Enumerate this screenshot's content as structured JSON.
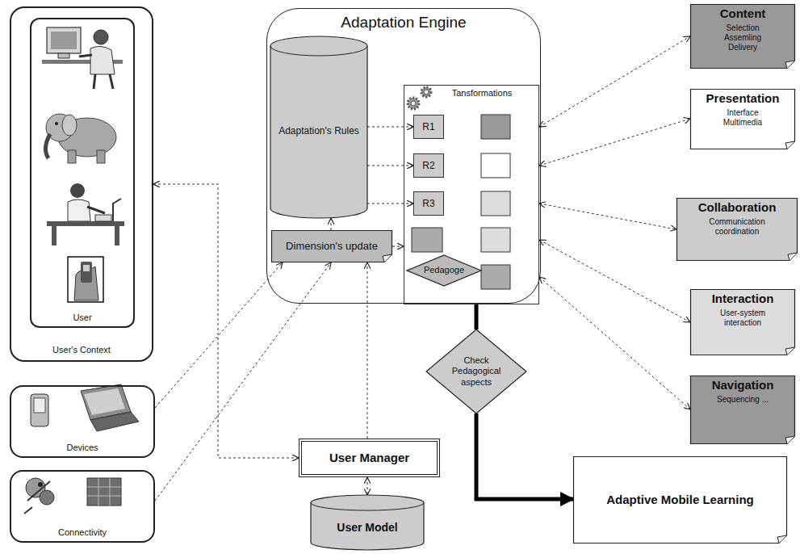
{
  "diagram": {
    "nodes": [
      {
        "text": [
          "User's Context"
        ]
      },
      {
        "text": [
          "User"
        ],
        "in": 0
      },
      {
        "text": [
          "Devices"
        ]
      },
      {
        "text": [
          "Connectivity"
        ]
      },
      {
        "text": [
          "Adaptation Engine"
        ]
      },
      {
        "text": [
          "Adaptation's Rules"
        ],
        "in": 4
      },
      {
        "text": [
          "Dimension's update"
        ],
        "in": 4
      },
      {
        "text": [
          "Tansformations"
        ],
        "in": 4
      },
      {
        "text": [
          "R1"
        ],
        "in": 7
      },
      {
        "text": [
          "R2"
        ],
        "in": 7
      },
      {
        "text": [
          "R3"
        ],
        "in": 7
      },
      {
        "text": [
          "Pedagoge"
        ],
        "in": 7
      },
      {
        "text": [
          "User Manager"
        ]
      },
      {
        "text": [
          "User Model"
        ]
      },
      {
        "text": [
          "Check Pedagogical aspects"
        ]
      },
      {
        "text": [
          "Adaptive Mobile Learning"
        ]
      },
      {
        "text": [
          "Content",
          "Selection Assemling Delivery"
        ]
      },
      {
        "text": [
          "Presentation",
          "Interface Multimedia"
        ]
      },
      {
        "text": [
          "Collaboration",
          "Communication coordination"
        ]
      },
      {
        "text": [
          "Interaction",
          "User-system interaction"
        ]
      },
      {
        "text": [
          "Navigation",
          "Sequencing ..."
        ]
      }
    ],
    "edges": [
      {
        "from": 5,
        "to": 8,
        "arrow": "to"
      },
      {
        "from": 5,
        "to": 9,
        "arrow": "to"
      },
      {
        "from": 5,
        "to": 10,
        "arrow": "to"
      },
      {
        "from": 6,
        "to": 5,
        "arrow": "to"
      },
      {
        "from": 6,
        "to": 7,
        "arrow": "to"
      },
      {
        "from": 2,
        "to": 6,
        "arrow": "to"
      },
      {
        "from": 3,
        "to": 6,
        "arrow": "to"
      },
      {
        "from": 12,
        "to": 0,
        "arrow": "both"
      },
      {
        "from": 12,
        "to": 13,
        "arrow": "both"
      },
      {
        "from": 12,
        "to": 6,
        "arrow": "to"
      },
      {
        "from": 4,
        "to": 14,
        "arrow": "none"
      },
      {
        "from": 14,
        "to": 15,
        "arrow": "to"
      },
      {
        "from": 7,
        "to": 16,
        "arrow": "both"
      },
      {
        "from": 7,
        "to": 17,
        "arrow": "both"
      },
      {
        "from": 7,
        "to": 18,
        "arrow": "both"
      },
      {
        "from": 7,
        "to": 19,
        "arrow": "both"
      },
      {
        "from": 7,
        "to": 20,
        "arrow": "both"
      }
    ]
  }
}
